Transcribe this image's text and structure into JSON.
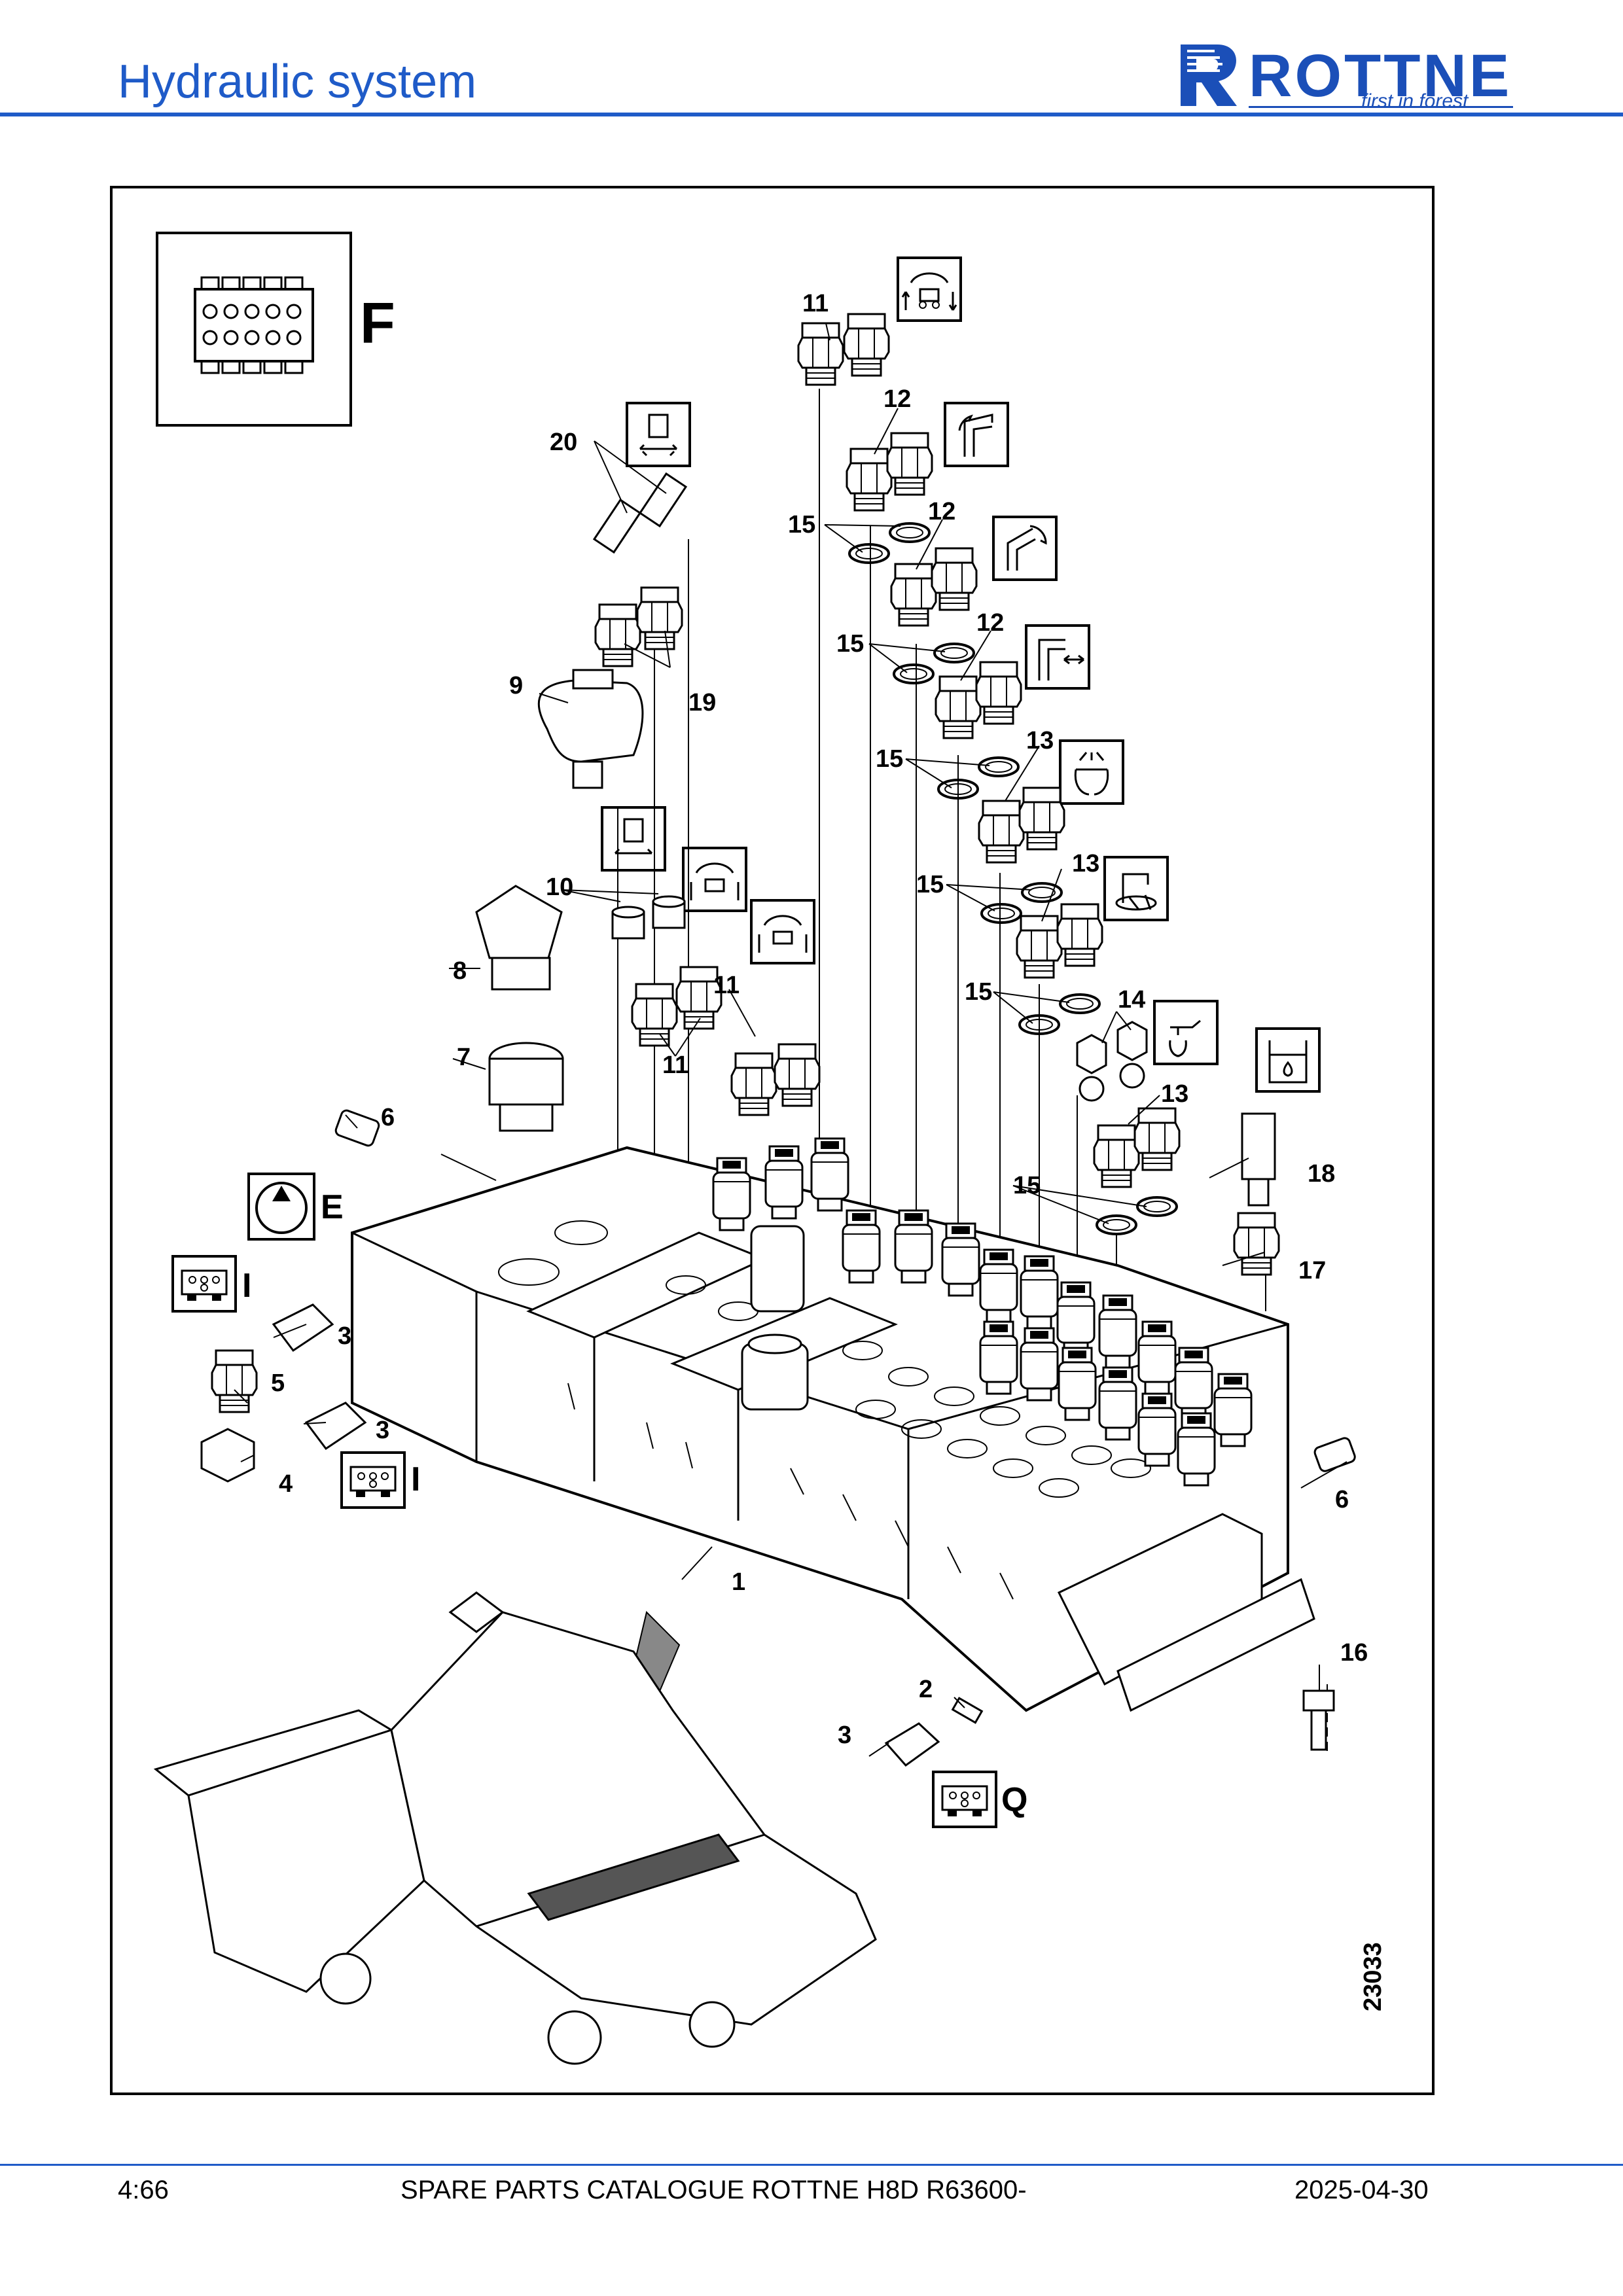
{
  "header": {
    "title": "Hydraulic system",
    "brand": {
      "name": "ROTTNE",
      "tagline": "first in forest",
      "color": "#1b4fb8"
    },
    "accent_color": "#1f5bc8"
  },
  "diagram": {
    "drawing_number": "23033",
    "view_labels": {
      "f": "F",
      "e": "E",
      "i1": "I",
      "i2": "I",
      "q": "Q"
    },
    "callouts": {
      "c1": "1",
      "c2": "2",
      "c3a": "3",
      "c3b": "3",
      "c3c": "3",
      "c4": "4",
      "c5": "5",
      "c6a": "6",
      "c6b": "6",
      "c7": "7",
      "c8": "8",
      "c9": "9",
      "c10": "10",
      "c11a": "11",
      "c11b": "11",
      "c11c": "11",
      "c12a": "12",
      "c12b": "12",
      "c12c": "12",
      "c13a": "13",
      "c13b": "13",
      "c13c": "13",
      "c14": "14",
      "c15a": "15",
      "c15b": "15",
      "c15c": "15",
      "c15d": "15",
      "c15e": "15",
      "c15f": "15",
      "c16": "16",
      "c17": "17",
      "c18": "18",
      "c19": "19",
      "c20": "20"
    }
  },
  "footer": {
    "page": "4:66",
    "catalogue": "SPARE PARTS CATALOGUE ROTTNE H8D R63600-",
    "date": "2025-04-30"
  }
}
